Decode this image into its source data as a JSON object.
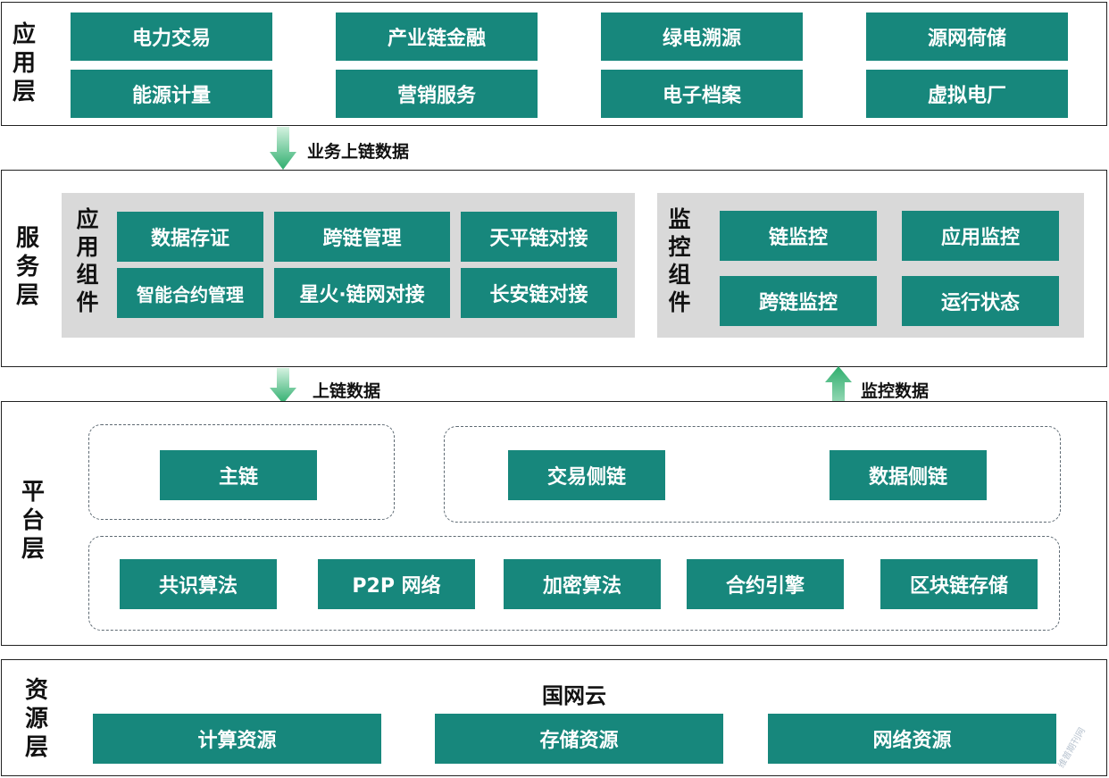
{
  "layers": {
    "application": {
      "label": "应用层",
      "boxes": [
        "电力交易",
        "产业链金融",
        "绿电溯源",
        "源网荷储",
        "能源计量",
        "营销服务",
        "电子档案",
        "虚拟电厂"
      ]
    },
    "service": {
      "label": "服务层",
      "app_components": {
        "label": "应用组件",
        "boxes": [
          "数据存证",
          "跨链管理",
          "天平链对接",
          "智能合约管理",
          "星火·链网对接",
          "长安链对接"
        ]
      },
      "monitor_components": {
        "label": "监控组件",
        "boxes": [
          "链监控",
          "应用监控",
          "跨链监控",
          "运行状态"
        ]
      }
    },
    "platform": {
      "label": "平台层",
      "chains": [
        "主链",
        "交易侧链",
        "数据侧链"
      ],
      "base": [
        "共识算法",
        "P2P 网络",
        "加密算法",
        "合约引擎",
        "区块链存储"
      ]
    },
    "resource": {
      "label": "资源层",
      "title": "国网云",
      "boxes": [
        "计算资源",
        "存储资源",
        "网络资源"
      ]
    }
  },
  "arrows": {
    "business_data": "业务上链数据",
    "chain_data": "上链数据",
    "monitor_data": "监控数据"
  },
  "watermark": "维普期刊网",
  "colors": {
    "box_fill": "#17877c",
    "panel_fill": "#d9d9d9",
    "arrow_gradient": [
      "#c8efd8",
      "#2fae6e"
    ]
  }
}
